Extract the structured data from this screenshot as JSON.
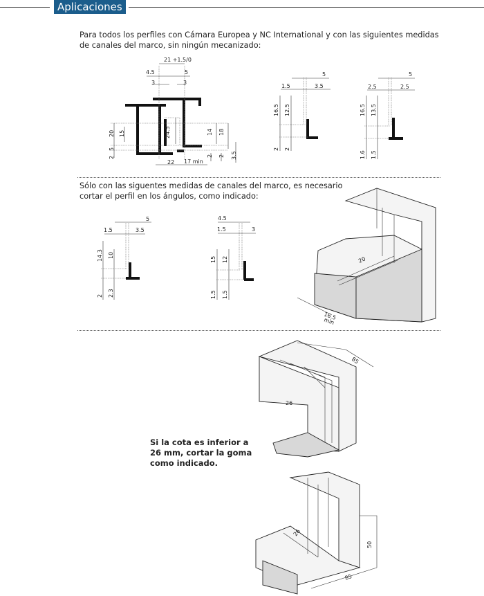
{
  "header": {
    "title": "Aplicaciones"
  },
  "section1": {
    "text": "Para todos los perfiles con Cámara Europea y NC International y con las siguientes medidas de canales del marco, sin ningún mecanizado:"
  },
  "diagram1": {
    "labels": [
      "21 +1.5/0",
      "4.5",
      "5",
      "3",
      "3",
      "20",
      "15",
      "24.5",
      "14",
      "18",
      "5",
      "2",
      "2",
      "2",
      "3.5",
      "22",
      "17 min"
    ]
  },
  "diagram2": {
    "labels": [
      "5",
      "1.5",
      "3.5",
      "16.5",
      "12.5",
      "2",
      "2"
    ]
  },
  "diagram3": {
    "labels": [
      "5",
      "2.5",
      "2.5",
      "16.5",
      "13.5",
      "1.6",
      "1.5"
    ]
  },
  "section2": {
    "text": "Sólo con las siguentes medidas de canales del marco, es necesario cortar el perfil en los ángulos, como indicado:"
  },
  "diagram4": {
    "labels": [
      "5",
      "1.5",
      "3.5",
      "14.3",
      "10",
      "2",
      "2.3"
    ]
  },
  "diagram5": {
    "labels": [
      "4.5",
      "1.5",
      "3",
      "15",
      "12",
      "1.5",
      "1.5"
    ]
  },
  "diagram6": {
    "labels": [
      "20",
      "16.5",
      "min"
    ]
  },
  "section3": {
    "note": "Si la cota es inferior a 26 mm, cortar la goma como indicado."
  },
  "diagram7": {
    "labels": [
      "85",
      "26"
    ]
  },
  "diagram8": {
    "labels": [
      "26",
      "50",
      "85"
    ]
  }
}
